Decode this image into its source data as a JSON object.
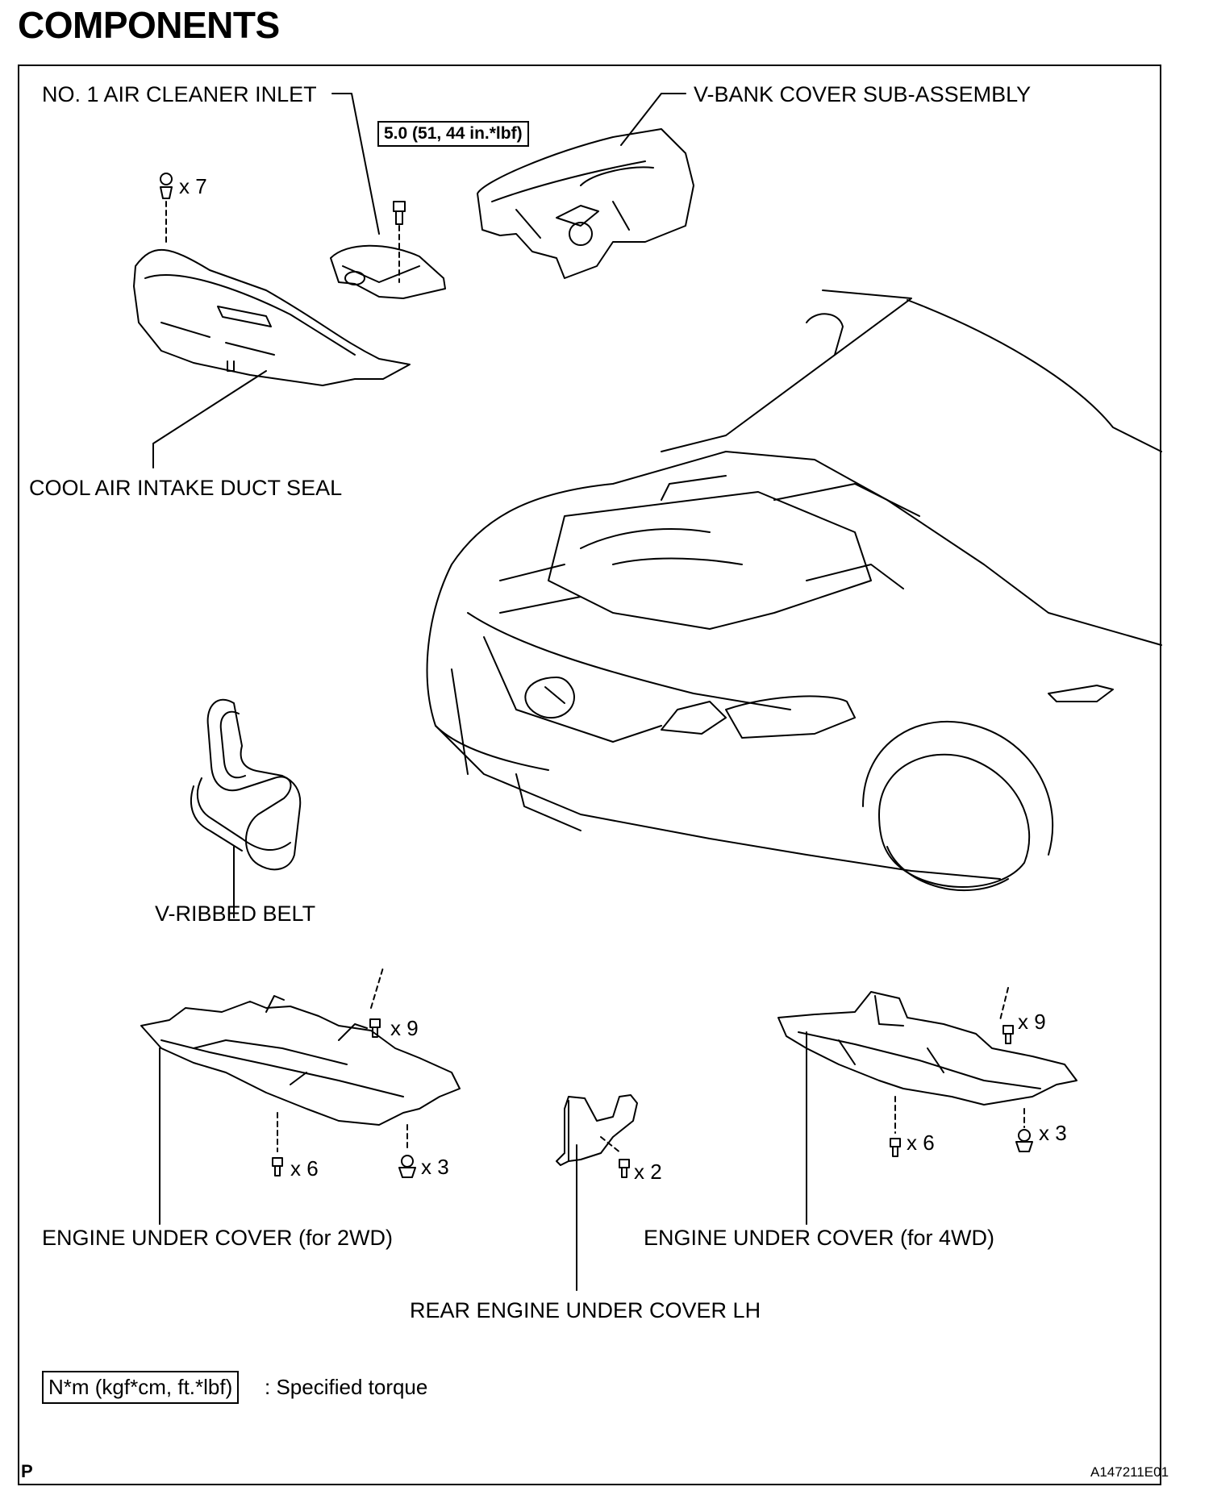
{
  "title": "COMPONENTS",
  "labels": {
    "air_cleaner_inlet": "NO. 1 AIR CLEANER INLET",
    "v_bank_cover": "V-BANK COVER SUB-ASSEMBLY",
    "duct_seal": "COOL AIR INTAKE DUCT SEAL",
    "v_ribbed_belt": "V-RIBBED BELT",
    "under_cover_2wd": "ENGINE UNDER COVER (for 2WD)",
    "under_cover_4wd": "ENGINE UNDER COVER (for 4WD)",
    "rear_under_cover_lh": "REAR ENGINE UNDER COVER LH"
  },
  "torque_spec": "5.0 (51, 44 in.*lbf)",
  "quantities": {
    "duct_seal_clips": "x 7",
    "cover_2wd_bolts_top": "x 9",
    "cover_2wd_bolts": "x 6",
    "cover_2wd_clips": "x 3",
    "rear_cover_bolts": "x 2",
    "cover_4wd_bolts_top": "x 9",
    "cover_4wd_bolts": "x 6",
    "cover_4wd_clips": "x 3"
  },
  "legend": {
    "unit_box": "N*m (kgf*cm, ft.*lbf)",
    "description": ": Specified torque"
  },
  "corner_mark": "P",
  "figure_id": "A147211E01"
}
